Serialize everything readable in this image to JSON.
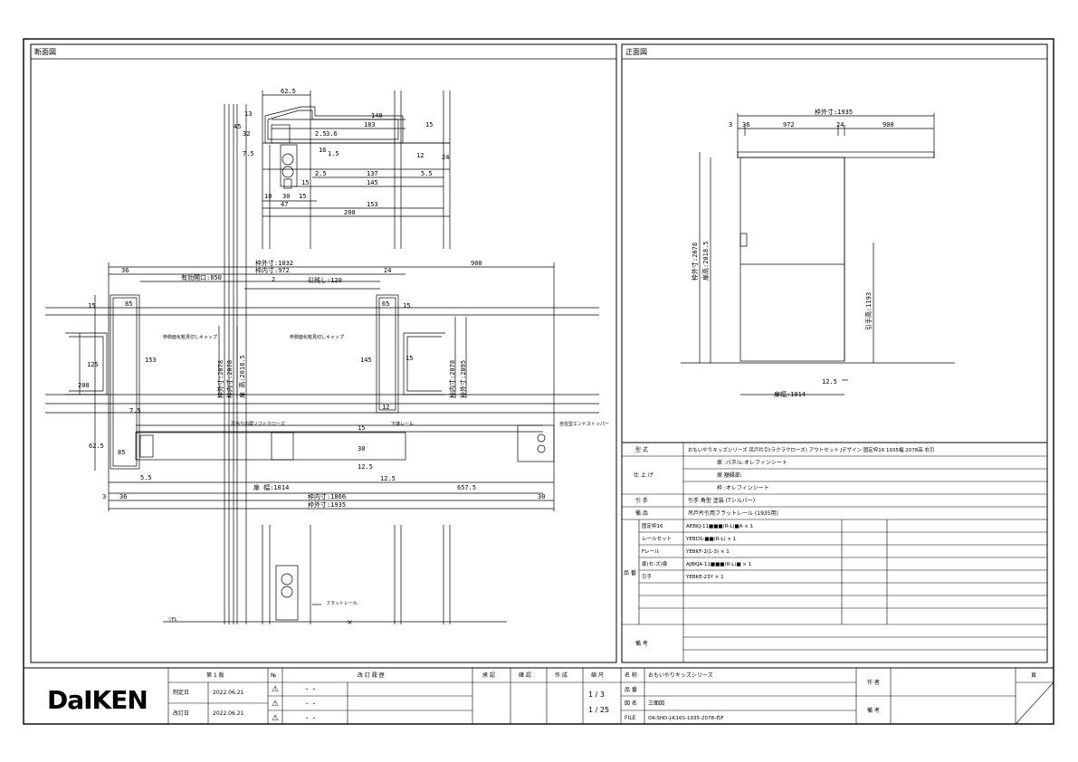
{
  "section_view": {
    "title": "断面図",
    "dims": {
      "d62_5": "62.5",
      "d140": "140",
      "d183": "183",
      "d15a": "15",
      "d13": "13",
      "d45": "45",
      "d32": "32",
      "d7_5": "7.5",
      "d24": "24",
      "d2_5a": "2.5",
      "d36v": "3.6",
      "d16": "16",
      "d1_5": "1.5",
      "d12a": "12",
      "d2_5b": "2.5",
      "d137": "137",
      "d5_5a": "5.5",
      "d15b": "15",
      "d145": "145",
      "d10": "10",
      "d30a": "30",
      "d15c": "15",
      "d47": "47",
      "d153": "153",
      "d200": "200",
      "waku_w": "枠外寸:1032",
      "waku_n": "枠内寸:972",
      "yuko": "有効開口:850",
      "d900": "900",
      "d36a": "36",
      "d24a": "24",
      "d2a": "2",
      "hikishiro": "引残し:120",
      "d15d": "15",
      "d85a": "85",
      "d153b": "153",
      "d15e": "15",
      "d125": "125",
      "d200b": "200",
      "d62_5b": "62.5",
      "d7_5b": "7.5",
      "d85b": "85",
      "d65": "65",
      "d145b": "145",
      "d15f": "15",
      "d12b": "12",
      "d30b": "30",
      "d15g": "15",
      "d5_5b": "5.5",
      "d12_5": "12.5",
      "d12_5b": "12.5",
      "d657_5": "657.5",
      "tobi": "扉 幅:1014",
      "d36b": "36",
      "d3": "3",
      "waku_866": "枠内寸:1866",
      "waku_1935": "枠外寸:1935",
      "d30c": "30",
      "vh1": "枠外寸:2078",
      "vh2": "枠内寸:2078",
      "vh3": "扉 高:2018.5",
      "vr1": "枠内寸:2078",
      "vr2": "枠外寸:2095",
      "note_cap1": "枠側面化粧見切しキャップ",
      "note_cap2": "枠側面化粧見切しキャップ",
      "note_softclose": "戸当り内蔵ソフトクローズ",
      "note_stopper": "自在型エンドストッパー",
      "note_rail_under": "下端レール",
      "note_flat": "フラットレール",
      "fl": "▽FL"
    }
  },
  "front_view": {
    "title": "正面図",
    "dims": {
      "waku": "枠外寸:1935",
      "d3": "3",
      "d36": "36",
      "d972": "972",
      "d24": "24",
      "d900": "900",
      "h1": "枠外寸:2078",
      "h2": "扉高:2018.5",
      "handle_h": "引手高:1193",
      "d12_5": "12.5",
      "tobi": "扉幅:1014"
    }
  },
  "spec": {
    "model_label": "型 式",
    "model": "おもいやりキッズシリーズ 吊戸片引(ラクラクローズ) アウトセット Jデザイン 固定枠16 1935幅 2078高 右引",
    "finish_label": "仕 上 げ",
    "finish": [
      "扉 :パネル:オレフィンシート",
      "扉 額縁部:",
      "枠 :オレフィンシート"
    ],
    "handle_label": "引 手",
    "handle": "引手 角型 塗装 (Tシルバー)",
    "rail_label": "備 品",
    "rail": "吊戸片引用フラットレール (1935用)",
    "parts_label": "品 番",
    "parts": [
      {
        "name": "固定枠16",
        "code": "AEBKJ-11■■■(R-L)■A × 1"
      },
      {
        "name": "レールセット",
        "code": "YEBDS-■■(R-L) × 1"
      },
      {
        "name": "Fレール",
        "code": "YEBKF-2(1-3) × 1"
      },
      {
        "name": "扉(セ-ズ)扉",
        "code": "AJBKJA-11■■■(R-L)■ × 1"
      },
      {
        "name": "引手",
        "code": "YEBKE-23Y × 1"
      }
    ],
    "notes_label": "備 考"
  },
  "titleblock": {
    "logo": "DaIKEN",
    "edition": "第 1 版",
    "made_label": "制定日",
    "made_date": "2022.06.21",
    "rev_label": "改訂日",
    "rev_date": "2022.06.21",
    "no_label": "№",
    "rev_content": "改 訂 履 歴",
    "dot": "・ ・",
    "approve": "承 認",
    "check": "確 認",
    "create": "作 成",
    "scale": "縮 尺",
    "scale_1": "1 / 3",
    "scale_2": "1 / 25",
    "name_label": "名 称",
    "name": "おもいやりキッズシリーズ",
    "num_label": "品 番",
    "num": "",
    "drawing_label": "図 名",
    "drawing": "三面図",
    "file_label": "FILE",
    "file": "OK-SHD-J-K16S-1935-2078-右F",
    "author_label": "作 者",
    "note_label": "備 考",
    "page_label": "頁"
  }
}
